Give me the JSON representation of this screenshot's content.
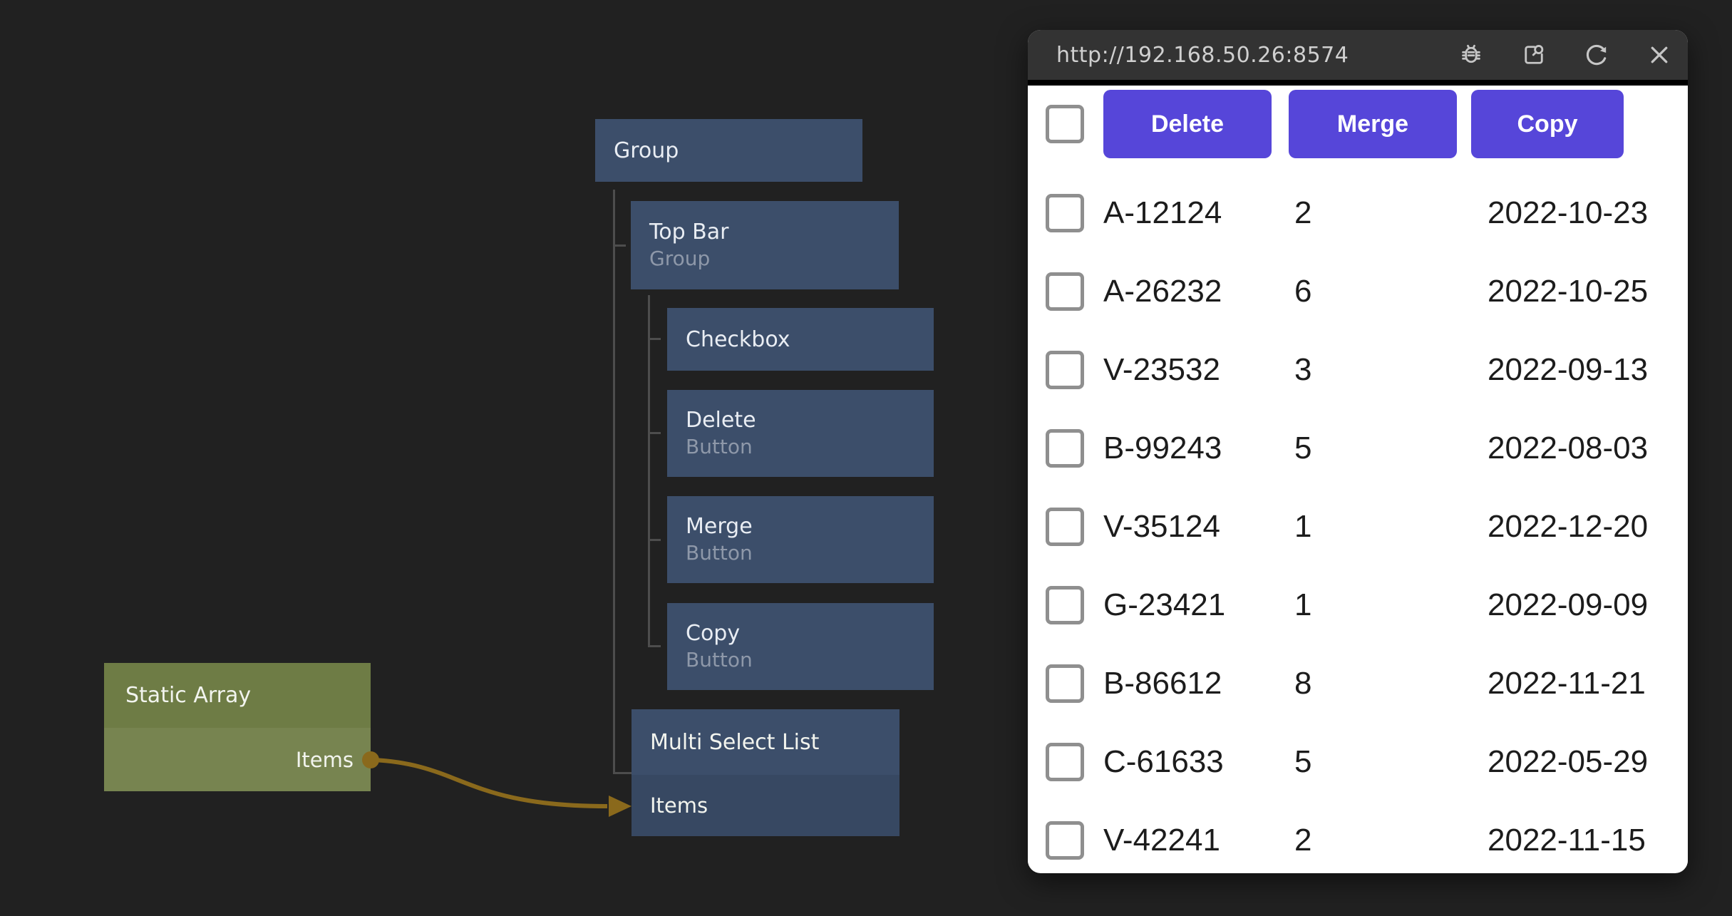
{
  "canvas": {
    "nodes": {
      "group": {
        "title": "Group"
      },
      "top_bar": {
        "title": "Top Bar",
        "subtitle": "Group"
      },
      "checkbox": {
        "title": "Checkbox"
      },
      "delete": {
        "title": "Delete",
        "subtitle": "Button"
      },
      "merge": {
        "title": "Merge",
        "subtitle": "Button"
      },
      "copy": {
        "title": "Copy",
        "subtitle": "Button"
      },
      "multi_select_list": {
        "title": "Multi Select List",
        "input_port": "Items"
      },
      "static_array": {
        "title": "Static Array",
        "output_port": "Items"
      }
    }
  },
  "browser": {
    "url": "http://192.168.50.26:8574",
    "toolbar_icons": [
      "bug-icon",
      "inspect-page-icon",
      "refresh-icon",
      "close-icon"
    ],
    "actions": {
      "delete_label": "Delete",
      "merge_label": "Merge",
      "copy_label": "Copy"
    },
    "rows": [
      {
        "id": "A-12124",
        "qty": "2",
        "date": "2022-10-23"
      },
      {
        "id": "A-26232",
        "qty": "6",
        "date": "2022-10-25"
      },
      {
        "id": "V-23532",
        "qty": "3",
        "date": "2022-09-13"
      },
      {
        "id": "B-99243",
        "qty": "5",
        "date": "2022-08-03"
      },
      {
        "id": "V-35124",
        "qty": "1",
        "date": "2022-12-20"
      },
      {
        "id": "G-23421",
        "qty": "1",
        "date": "2022-09-09"
      },
      {
        "id": "B-86612",
        "qty": "8",
        "date": "2022-11-21"
      },
      {
        "id": "C-61633",
        "qty": "5",
        "date": "2022-05-29"
      },
      {
        "id": "V-42241",
        "qty": "2",
        "date": "2022-11-15"
      }
    ]
  },
  "colors": {
    "accent": "#5646d9",
    "canvas": "#212121",
    "header": "#333333",
    "node_blue": "#3c4e6a",
    "node_blue_dark": "#374862",
    "node_green": "#6e7c45",
    "node_green_light": "#778450",
    "subtitle": "#8e98a9",
    "tree_line": "#4d4d4d",
    "wire": "#8a691c",
    "icon": "#c6c6c6",
    "cbx": "#8f8f8f",
    "url": "#d0d0d0"
  }
}
